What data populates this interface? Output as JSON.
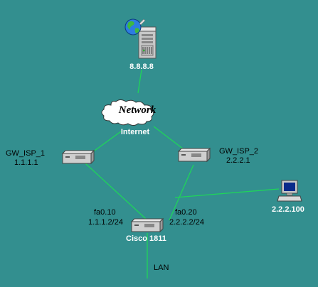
{
  "nodes": {
    "server": {
      "label": "8.8.8.8"
    },
    "cloud": {
      "text": "Network",
      "label": "Internet"
    },
    "gw1": {
      "name": "GW_ISP_1",
      "ip": "1.1.1.1"
    },
    "gw2": {
      "name": "GW_ISP_2",
      "ip": "2.2.2.1"
    },
    "host": {
      "label": "2.2.2.100"
    },
    "core": {
      "label": "Cisco 1811"
    }
  },
  "interfaces": {
    "fa010": {
      "name": "fa0.10",
      "ip": "1.1.1.2/24"
    },
    "fa020": {
      "name": "fa0.20",
      "ip": "2.2.2.2/24"
    }
  },
  "lan": {
    "label": "LAN"
  },
  "colors": {
    "background": "#338f8f",
    "link": "#22c55e"
  }
}
